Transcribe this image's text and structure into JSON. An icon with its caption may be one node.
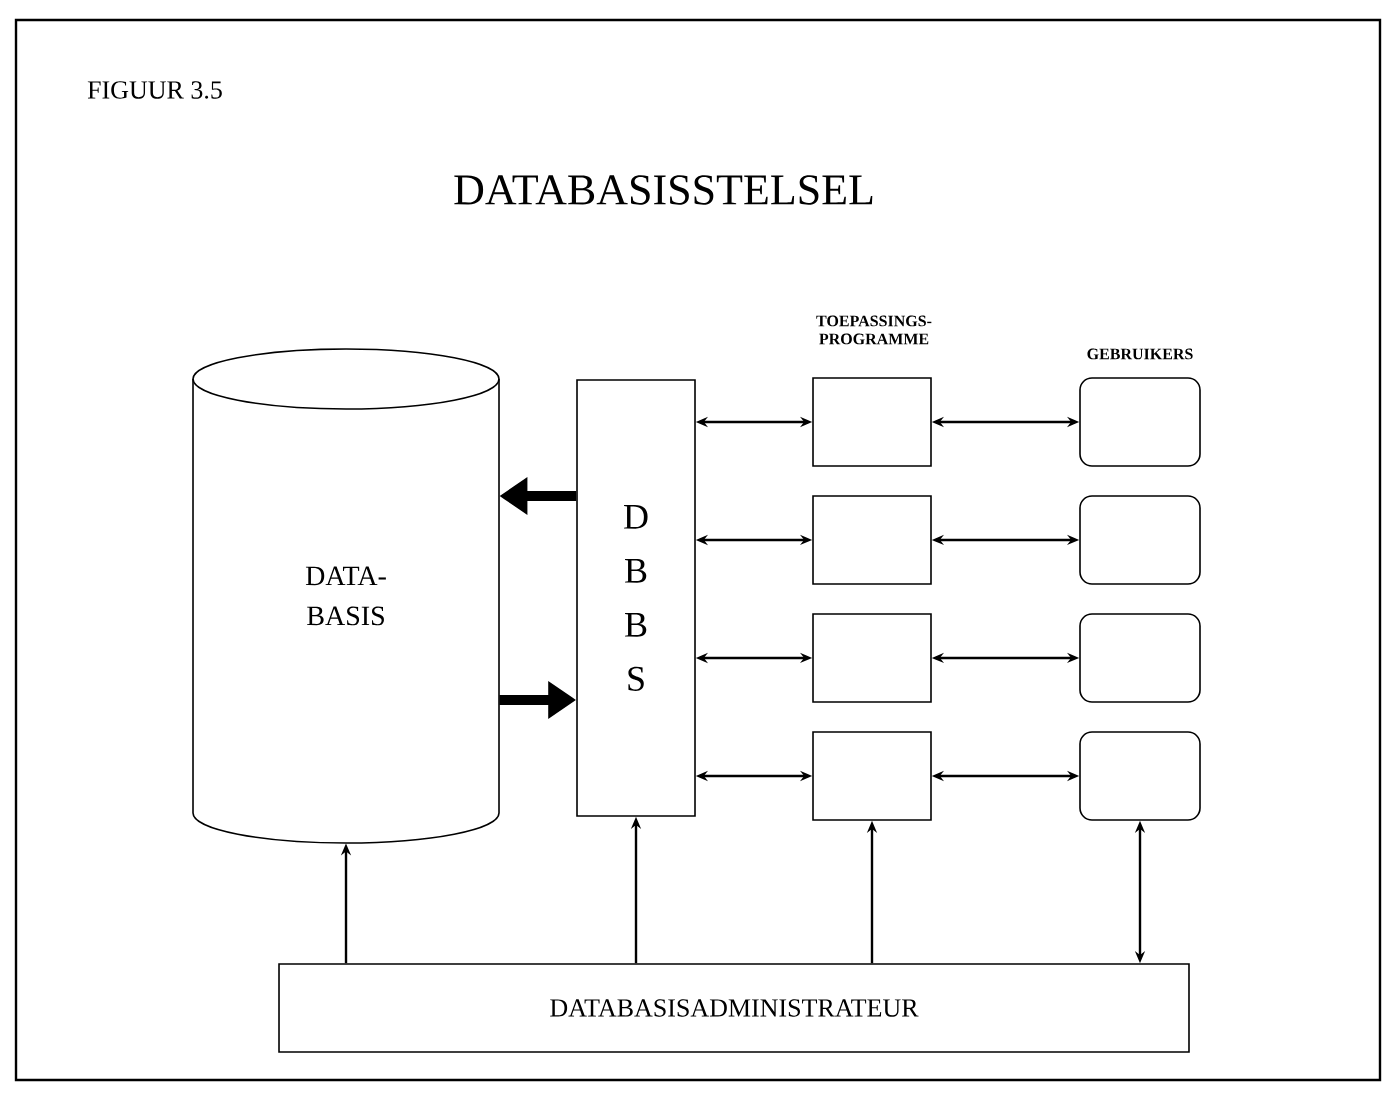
{
  "diagram": {
    "title": "DATABASISSTELSEL",
    "nodes": [
      {
        "text": [
          "DATA- BASIS"
        ]
      },
      {
        "text": [
          "D B B S"
        ]
      },
      {
        "text": [],
        "shape": "box"
      },
      {
        "text": [],
        "shape": "box"
      },
      {
        "text": [],
        "shape": "box"
      },
      {
        "text": [],
        "shape": "box"
      },
      {
        "text": [],
        "shape": "box"
      },
      {
        "text": [],
        "shape": "box"
      },
      {
        "text": [],
        "shape": "box"
      },
      {
        "text": [],
        "shape": "box"
      },
      {
        "text": [
          "DATABASISADMINISTRATEUR"
        ]
      }
    ],
    "edges": [
      {
        "from": 1,
        "to": 0,
        "arrow": "to",
        "style": "thick"
      },
      {
        "from": 0,
        "to": 1,
        "arrow": "to",
        "style": "thick"
      },
      {
        "from": 1,
        "to": 2,
        "arrow": "both"
      },
      {
        "from": 1,
        "to": 3,
        "arrow": "both"
      },
      {
        "from": 1,
        "to": 4,
        "arrow": "both"
      },
      {
        "from": 1,
        "to": 5,
        "arrow": "both"
      },
      {
        "from": 2,
        "to": 6,
        "arrow": "both"
      },
      {
        "from": 3,
        "to": 7,
        "arrow": "both"
      },
      {
        "from": 4,
        "to": 8,
        "arrow": "both"
      },
      {
        "from": 5,
        "to": 9,
        "arrow": "both"
      },
      {
        "from": 10,
        "to": 0,
        "arrow": "to"
      },
      {
        "from": 10,
        "to": 1,
        "arrow": "to"
      },
      {
        "from": 10,
        "to": 5,
        "arrow": "to"
      },
      {
        "from": 10,
        "to": 9,
        "arrow": "both"
      }
    ],
    "labels": [
      "FIGUUR 3.5",
      "TOEPASSINGS- PROGRAMME",
      "GEBRUIKERS"
    ]
  }
}
